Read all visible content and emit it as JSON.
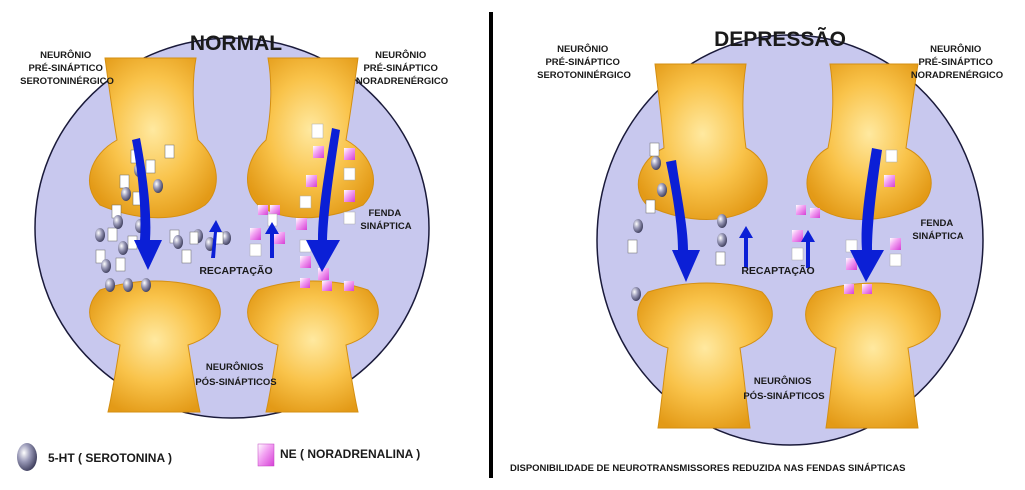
{
  "panels": {
    "normal": {
      "title": "NORMAL",
      "left_neuron": [
        "NEURÔNIO",
        "PRÉ-SINÁPTICO",
        "SEROTONINÉRGICO"
      ],
      "right_neuron": [
        "NEURÔNIO",
        "PRÉ-SINÁPTICO",
        "NORADRENÉRGICO"
      ],
      "cleft": [
        "FENDA",
        "SINÁPTICA"
      ],
      "reuptake": "RECAPTAÇÃO",
      "post": [
        "NEURÔNIOS",
        "PÓS-SINÁPTICOS"
      ]
    },
    "depression": {
      "title": "DEPRESSÃO",
      "left_neuron": [
        "NEURÔNIO",
        "PRÉ-SINÁPTICO",
        "SEROTONINÉRGICO"
      ],
      "right_neuron": [
        "NEURÔNIO",
        "PRÉ-SINÁPTICO",
        "NORADRENÉRGICO"
      ],
      "cleft": [
        "FENDA",
        "SINÁPTICA"
      ],
      "reuptake": "RECAPTAÇÃO",
      "post": [
        "NEURÔNIOS",
        "PÓS-SINÁPTICOS"
      ]
    }
  },
  "legend": {
    "serotonin": "5-HT ( SEROTONINA )",
    "noradrenaline": "NE ( NORADRENALINA )"
  },
  "footnote": "DISPONIBILIDADE DE NEUROTRANSMISSORES REDUZIDA NAS FENDAS SINÁPTICAS",
  "colors": {
    "cleft_fill": "#c8c8ee",
    "neuron_fill": "#f6b93c",
    "neuron_edge": "#d48f12",
    "arrow": "#0b1fd6",
    "serotonin": "#6b6b8f",
    "noradrenaline": "#e066e6",
    "divider": "#000000"
  }
}
